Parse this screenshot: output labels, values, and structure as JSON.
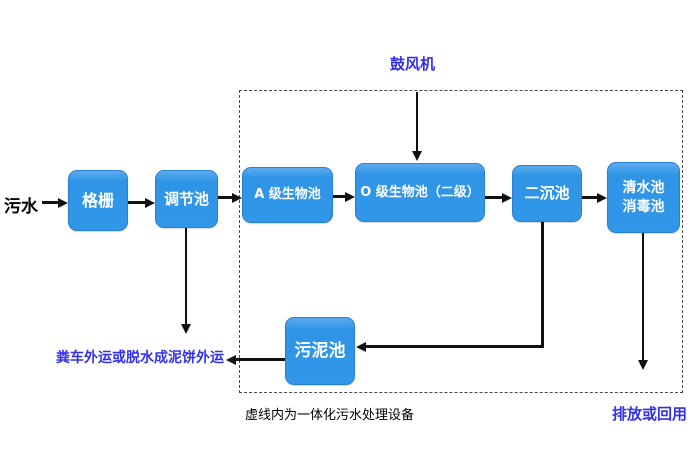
{
  "diagram": {
    "title_hint": "integrated wastewater treatment process flow",
    "source_label": "污水",
    "blower_label": "鼓风机",
    "nodes": {
      "grid": "格栅",
      "regulating": "调节池",
      "a_bio": "A 级生物池",
      "o_bio": "O 级生物池（二级）",
      "secondary_sedimentation": "二沉池",
      "clear_water_line1": "清水池",
      "clear_water_line2": "消毒池",
      "sludge": "污泥池"
    },
    "annotations": {
      "sludge_disposal": "粪车外运或脱水成泥饼外运",
      "dashed_box_caption": "虚线内为一体化污水处理设备",
      "discharge": "排放或回用"
    },
    "colors": {
      "box_fill": "#3197e8",
      "box_border": "#2a7fd0",
      "box_text": "#ffffff",
      "blue_text": "#3331e8",
      "black_text": "#000000",
      "arrow": "#111111",
      "dashed_border": "#4a4a4a",
      "background": "#ffffff"
    }
  }
}
